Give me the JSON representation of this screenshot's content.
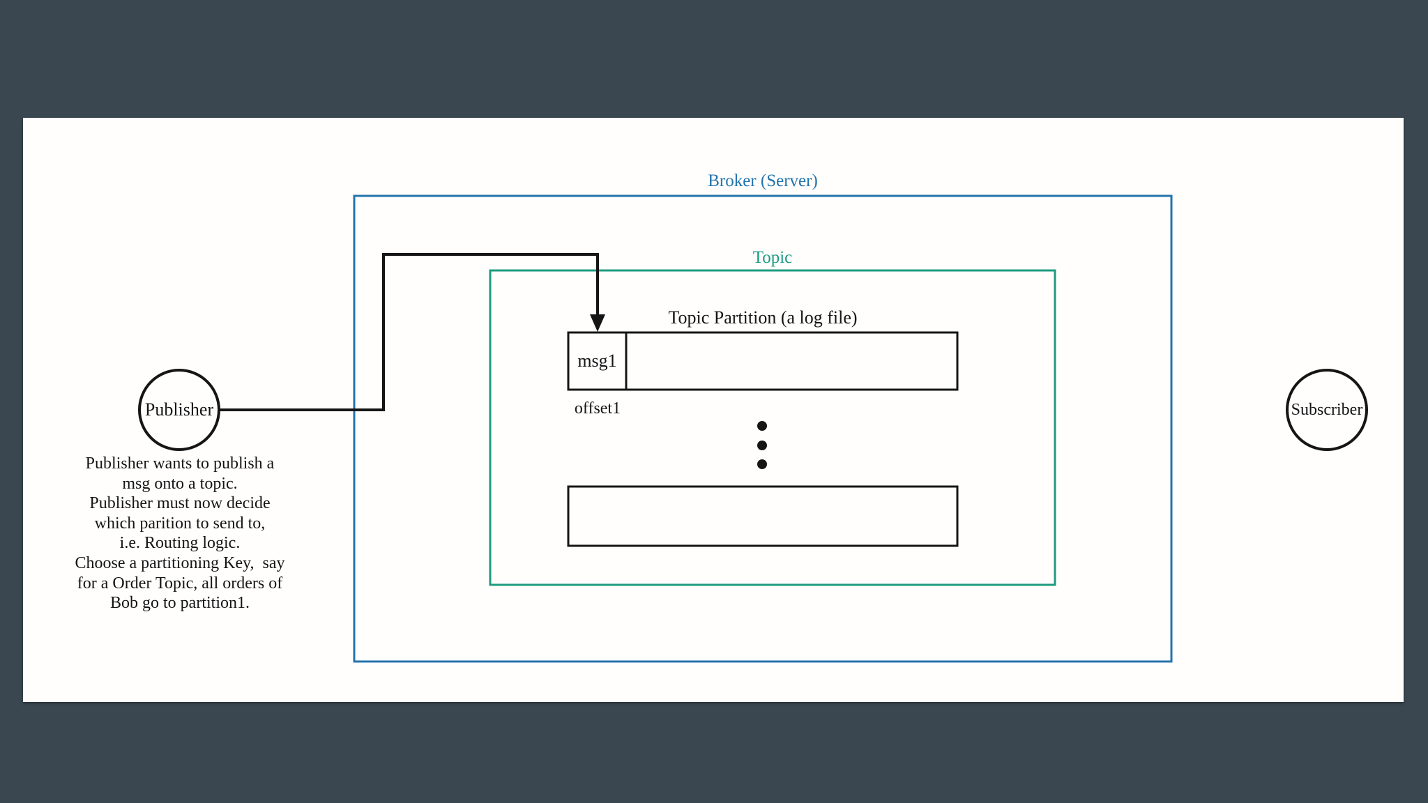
{
  "colors": {
    "background": "#3a4750",
    "canvas": "#fffefd",
    "broker_border": "#2374ad",
    "topic_border": "#1d9b80",
    "ink": "#151515"
  },
  "diagram": {
    "broker": {
      "label": "Broker (Server)"
    },
    "topic": {
      "label": "Topic"
    },
    "partition": {
      "title": "Topic Partition (a log file)",
      "cell_label": "msg1",
      "offset_label": "offset1"
    },
    "publisher": {
      "label": "Publisher",
      "note": "Publisher wants to publish a\nmsg onto a topic.\nPublisher must now decide\nwhich parition to send to,\ni.e. Routing logic.\nChoose a partitioning Key,  say\nfor a Order Topic, all orders of\nBob go to partition1."
    },
    "subscriber": {
      "label": "Subscriber"
    }
  }
}
